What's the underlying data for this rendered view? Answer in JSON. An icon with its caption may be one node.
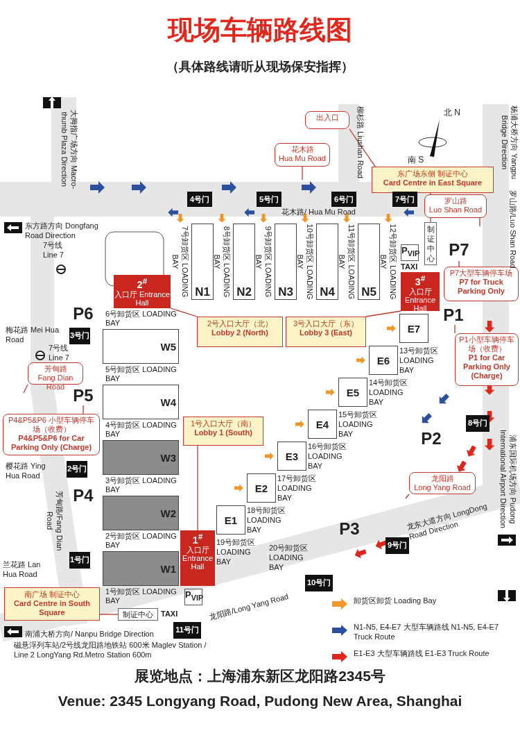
{
  "diagram": {
    "title": "现场车辆路线图",
    "nodes": [
      {
        "text": [
          "N1"
        ]
      },
      {
        "text": [
          "N2"
        ]
      },
      {
        "text": [
          "N3"
        ]
      },
      {
        "text": [
          "N4"
        ]
      },
      {
        "text": [
          "N5"
        ]
      },
      {
        "text": [
          "W5"
        ]
      },
      {
        "text": [
          "W4"
        ]
      },
      {
        "text": [
          "W3"
        ]
      },
      {
        "text": [
          "W2"
        ]
      },
      {
        "text": [
          "W1"
        ]
      },
      {
        "text": [
          "E7"
        ]
      },
      {
        "text": [
          "E6"
        ]
      },
      {
        "text": [
          "E5"
        ]
      },
      {
        "text": [
          "E4"
        ]
      },
      {
        "text": [
          "E3"
        ]
      },
      {
        "text": [
          "E2"
        ]
      },
      {
        "text": [
          "E1"
        ]
      },
      {
        "text": [
          "2$^{#}$",
          "入口厅 Entrance Hall"
        ]
      },
      {
        "text": [
          "3$^{#}$",
          "入口厅 Entrance Hall"
        ]
      },
      {
        "text": [
          "1$^{#}$",
          "入口厅 Entrance Hall"
        ]
      },
      {
        "text": [
          "制证中心"
        ]
      },
      {
        "text": [
          "制证中心"
        ]
      },
      {
        "text": [
          "P7"
        ]
      },
      {
        "text": [
          "P1"
        ]
      },
      {
        "text": [
          "P5"
        ]
      },
      {
        "text": [
          "花木路",
          "Hua Mu Road"
        ]
      },
      {
        "text": [
          "出入口"
        ]
      },
      {
        "text": [
          "东广场东侧 制证中心",
          "Card Centre in East Square"
        ]
      },
      {
        "text": [
          "罗山路",
          "Luo Shan Road"
        ]
      },
      {
        "text": [
          "P7大型车辆停车场",
          "P7 for Truck Parking Only"
        ]
      },
      {
        "text": [
          "P1小型车辆停车场（收费）",
          "P1 for Car Parking Only (Charge)"
        ]
      },
      {
        "text": [
          "2号入口大厅（北）",
          "Lobby 2 (North)"
        ]
      },
      {
        "text": [
          "3号入口大厅（东）",
          "Lobby 3 (East)"
        ]
      },
      {
        "text": [
          "1号入口大厅（南）",
          "Lobby 1 (South)"
        ]
      },
      {
        "text": [
          "芳甸路",
          "Fang Dian Road"
        ]
      },
      {
        "text": [
          "P4&P5&P6 小型车辆停车场（收费）",
          "P4&P5&P6 for Car Parking Only (Charge)"
        ]
      },
      {
        "text": [
          "南广场 制证中心",
          "Card Centre in South Square"
        ]
      },
      {
        "text": [
          "龙阳路",
          "Long Yang Road"
        ]
      },
      {
        "text": [
          "1号门"
        ]
      },
      {
        "text": [
          "2号门"
        ]
      },
      {
        "text": [
          "3号门"
        ]
      },
      {
        "text": [
          "4号门"
        ]
      },
      {
        "text": [
          "5号门"
        ]
      },
      {
        "text": [
          "6号门"
        ]
      },
      {
        "text": [
          "7号门"
        ]
      },
      {
        "text": [
          "8号门"
        ]
      },
      {
        "text": [
          "9号门"
        ]
      },
      {
        "text": [
          "10号门"
        ]
      },
      {
        "text": [
          "11号门"
        ]
      }
    ],
    "edges": [
      {
        "from": 25,
        "to": null,
        "arrow": "none"
      },
      {
        "from": 26,
        "to": 44,
        "arrow": "none"
      },
      {
        "from": 27,
        "to": 20,
        "arrow": "none"
      },
      {
        "from": 28,
        "to": null,
        "arrow": "none"
      },
      {
        "from": 29,
        "to": 22,
        "arrow": "none"
      },
      {
        "from": 30,
        "to": 23,
        "arrow": "none"
      },
      {
        "from": 31,
        "to": 17,
        "arrow": "none"
      },
      {
        "from": 32,
        "to": 18,
        "arrow": "none"
      },
      {
        "from": 33,
        "to": 19,
        "arrow": "none"
      },
      {
        "from": 34,
        "to": null,
        "arrow": "none"
      },
      {
        "from": 35,
        "to": 24,
        "arrow": "none"
      },
      {
        "from": 36,
        "to": 21,
        "arrow": "none"
      },
      {
        "from": 37,
        "to": null,
        "arrow": "none"
      }
    ],
    "labels": [
      "（具体路线请听从现场保安指挥）",
      "大拇指广场方向 Macro-thumb Plaza Direction",
      "北 N",
      "柳杉路 Liushan Road",
      "杨浦大桥方向 Yangpu Bridge Direction",
      "南 S",
      "东方路方向 Dongfang Road Direction",
      "花木路/ Hua Mu Road",
      "7号线 Line 7",
      "7号卸货区 LOADING BAY",
      "8号卸货区 LOADING BAY",
      "9号卸货区 LOADING BAY",
      "10号卸货区 LOADING BAY",
      "11号卸货区 LOADING BAY",
      "12号卸货区 LOADING BAY",
      "TAXI",
      "P$_{VIP}$",
      "罗山路/Luo Shan Road",
      "P6",
      "梅花路 Mei Hua Road",
      "7号线 Line 7",
      "6号卸货区 LOADING BAY",
      "5号卸货区 LOADING BAY",
      "4号卸货区 LOADING BAY",
      "3号卸货区 LOADING BAY",
      "2号卸货区 LOADING BAY",
      "1号卸货区 LOADING BAY",
      "13号卸货区 LOADING BAY",
      "14号卸货区 LOADING BAY",
      "15号卸货区 LOADING BAY",
      "16号卸货区 LOADING BAY",
      "17号卸货区 LOADING BAY",
      "18号卸货区 LOADING BAY",
      "19号卸货区 LOADING BAY",
      "20号卸货区 LOADING BAY",
      "P2",
      "樱花路 Ying Hua Road",
      "P4",
      "芳甸路/Fang Dian Road",
      "P3",
      "龙东大道方向 LongDong Road Direction",
      "浦东国际机场方向 Pudong International Airport Direction",
      "兰花路 Lan Hua Road",
      "TAXI",
      "P$_{VIP}$",
      "龙阳路/Long Yang Road",
      "南浦大桥方向/ Nanpu Bridge Direction",
      "磁悬浮列车站/2号线龙阳路地铁站 600米 Maglev Station / Line 2 LongYang Rd.Metro Station 600m",
      "展览地点：上海浦东新区龙阳路2345号",
      "Venue: 2345 Longyang Road, Pudong New Area, Shanghai"
    ],
    "legend": [
      {
        "text": "卸货区卸货 Loading Bay",
        "color": "#f0962a"
      },
      {
        "text": "N1-N5, E4-E7 大型车辆路线 N1-N5, E4-E7 Truck Route",
        "color": "#2c4f9e"
      },
      {
        "text": "E1-E3 大型车辆路线 E1-E3 Truck Route",
        "color": "#e1261c"
      }
    ]
  }
}
